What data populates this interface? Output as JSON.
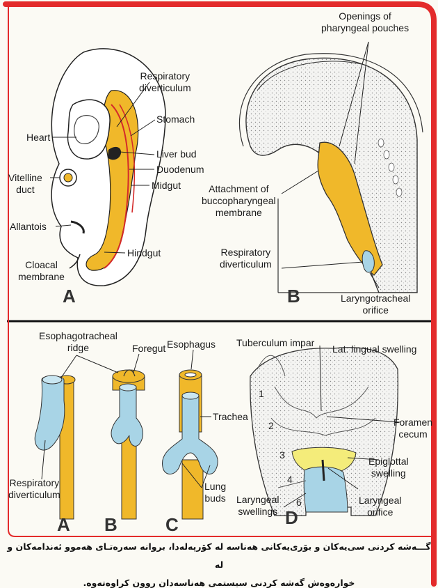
{
  "colors": {
    "yellow": "#f0b82a",
    "blue": "#a8d4e6",
    "red": "#d42a2a",
    "frame": "#e32b2b",
    "outline": "#222222"
  },
  "panel_top_left": {
    "letter": "A",
    "labels": {
      "respiratory_diverticulum": [
        "Respiratory",
        "diverticulum"
      ],
      "stomach": "Stomach",
      "heart": "Heart",
      "liver_bud": "Liver bud",
      "duodenum": "Duodenum",
      "vitelline_duct": [
        "Vitelline",
        "duct"
      ],
      "midgut": "Midgut",
      "allantois": "Allantois",
      "hindgut": "Hindgut",
      "cloacal_membrane": [
        "Cloacal",
        "membrane"
      ]
    }
  },
  "panel_top_right": {
    "letter": "B",
    "labels": {
      "openings": [
        "Openings of",
        "pharyngeal pouches"
      ],
      "attachment": [
        "Attachment of",
        "buccopharyngeal",
        "membrane"
      ],
      "respiratory_diverticulum": [
        "Respiratory",
        "diverticulum"
      ],
      "laryngotracheal": [
        "Laryngotracheal",
        "orifice"
      ]
    }
  },
  "panel_bottom_left": {
    "letters": [
      "A",
      "B",
      "C"
    ],
    "labels": {
      "esophagotracheal": [
        "Esophagotracheal",
        "ridge"
      ],
      "foregut": "Foregut",
      "esophagus": "Esophagus",
      "trachea": "Trachea",
      "respiratory_diverticulum": [
        "Respiratory",
        "diverticulum"
      ],
      "lung_buds": [
        "Lung",
        "buds"
      ]
    }
  },
  "panel_bottom_right": {
    "letter": "D",
    "labels": {
      "tuberculum": "Tuberculum impar",
      "lat_lingual": "Lat. lingual swelling",
      "foramen": [
        "Foramen",
        "cecum"
      ],
      "epiglottal": [
        "Epiglottal",
        "swelling"
      ],
      "laryngeal_swellings": [
        "Laryngeal",
        "swellings"
      ],
      "laryngeal_orifice": [
        "Laryngeal",
        "orifice"
      ]
    },
    "arch_numbers": [
      "1",
      "2",
      "3",
      "4",
      "6"
    ]
  },
  "caption": {
    "line1": "گـــەشە کردنی سی‌یەکان و بۆری‌یەکانی هەناسە لە کۆرپەلەدا، بروانە سەرەتـای هەموو ئەندامەکان و لە",
    "line2": "خوارەوەش گەشە کردنی سیستمی هەناسەدان روون کراوەتەوە."
  }
}
